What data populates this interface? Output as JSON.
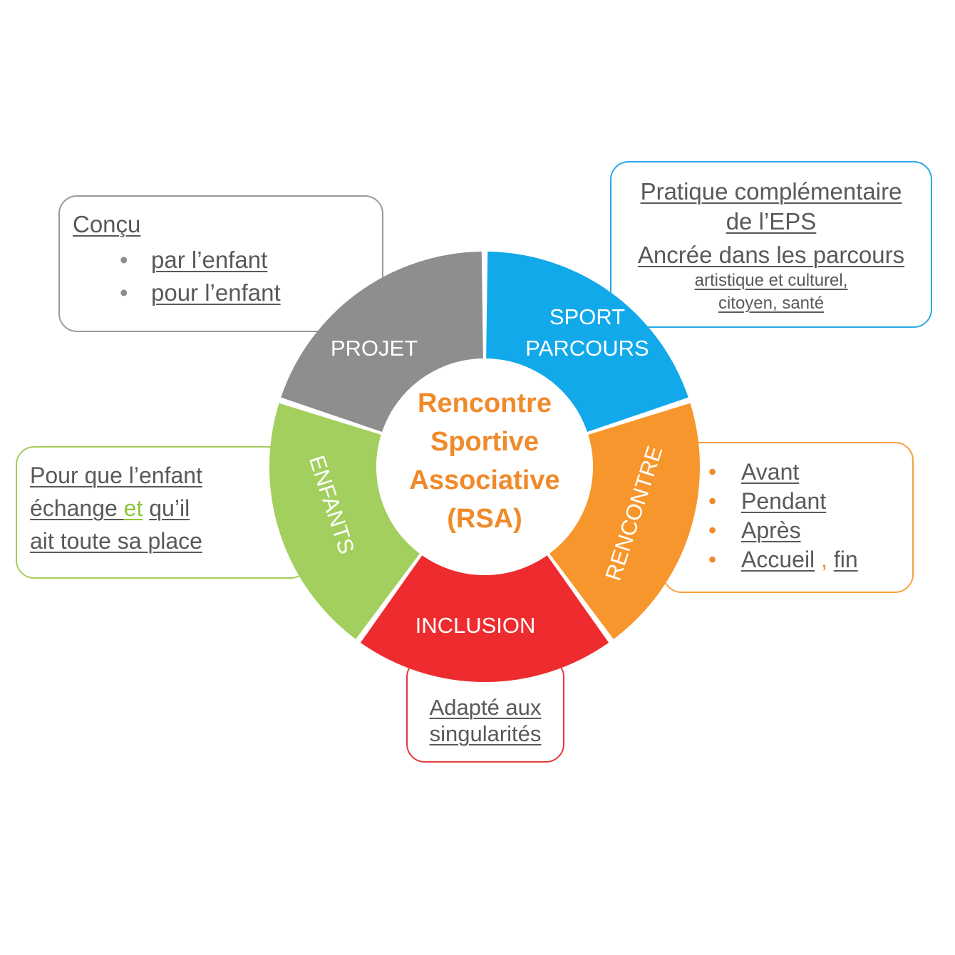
{
  "center": {
    "lines": [
      "Rencontre",
      "Sportive",
      "Associative",
      "(RSA)"
    ],
    "color": "#f08a2a"
  },
  "segments": {
    "projet": {
      "label": "PROJET",
      "color": "#8e8e8e"
    },
    "sport": {
      "lines": [
        "SPORT",
        "PARCOURS"
      ],
      "color": "#12a9ea"
    },
    "rencontre": {
      "label": "RENCONTRE",
      "color": "#f7962c"
    },
    "inclusion": {
      "label": "INCLUSION",
      "color": "#ee2c2f"
    },
    "enfants": {
      "label": "ENFANTS",
      "color": "#a3cf5e"
    }
  },
  "boxes": {
    "projet": {
      "title": "Conçu",
      "items": [
        "par l’enfant",
        "pour l’enfant"
      ],
      "bullet": "•"
    },
    "sport": {
      "line1": "Pratique complémentaire",
      "line2": "de l’EPS",
      "line3": "Ancrée dans les parcours",
      "line4": "artistique et culturel,",
      "line5": "citoyen, santé"
    },
    "enfants": {
      "part1": "Pour que l’enfant",
      "part2": "échange ",
      "connector": "et",
      "part3": "qu’il",
      "part4": "ait toute sa place"
    },
    "rencontre": {
      "items": [
        "Avant",
        "Pendant",
        "Après",
        "Accueil"
      ],
      "separator": ",",
      "last": "fin",
      "bullet": "•"
    },
    "inclusion": {
      "line1": "Adapté aux",
      "line2": "singularités"
    }
  }
}
